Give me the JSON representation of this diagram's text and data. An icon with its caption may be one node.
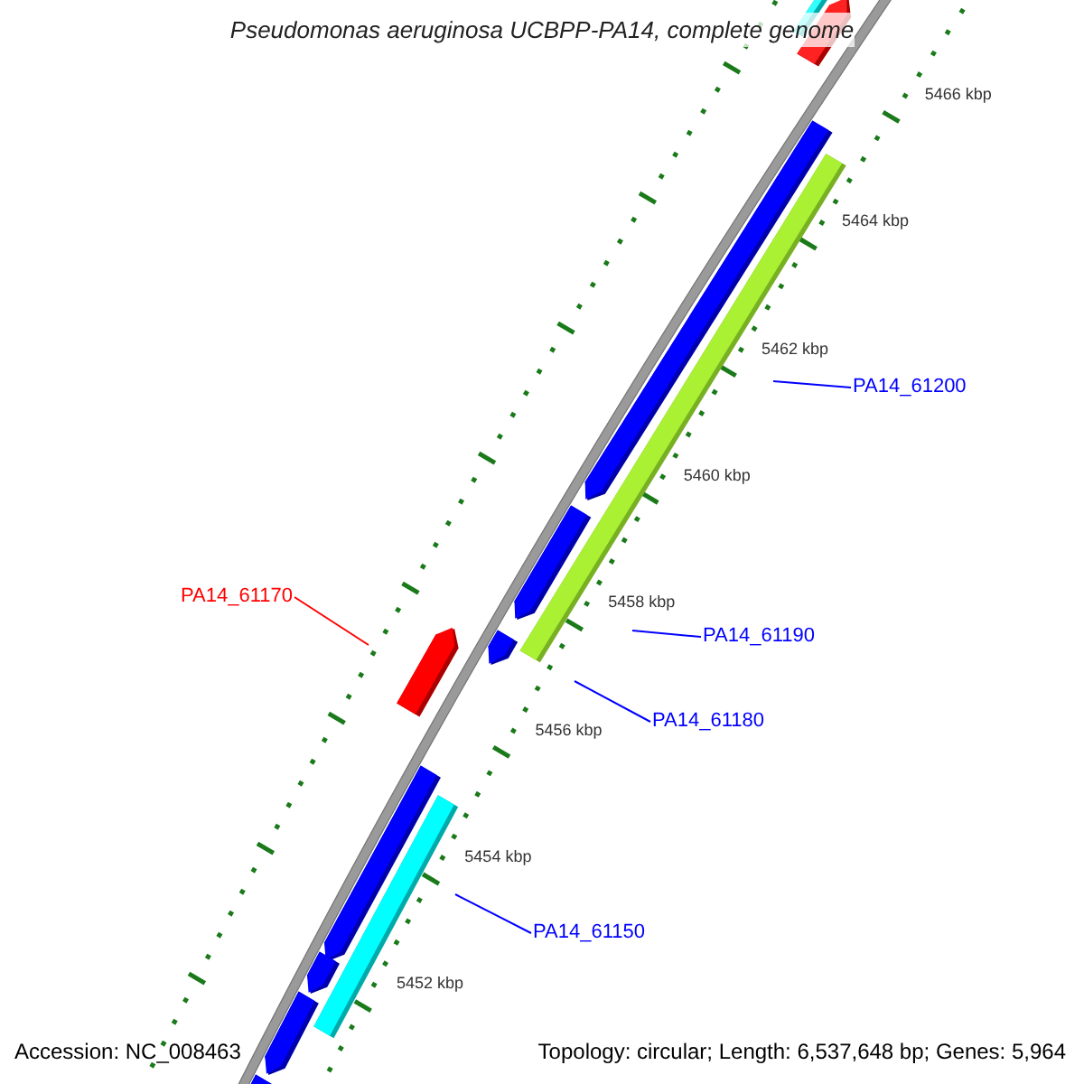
{
  "diagram": {
    "title": "Pseudomonas aeruginosa UCBPP-PA14, complete genome",
    "nodes": [
      {
        "text": [
          "PA14_61200"
        ]
      },
      {
        "text": [
          "PA14_61170"
        ]
      },
      {
        "text": [
          "PA14_61190"
        ]
      },
      {
        "text": [
          "PA14_61180"
        ]
      },
      {
        "text": [
          "PA14_61150"
        ]
      }
    ],
    "edges": [
      {
        "from": 0,
        "to": null,
        "arrow": "none"
      },
      {
        "from": 1,
        "to": null,
        "arrow": "none",
        "color": "#ff0000"
      },
      {
        "from": 2,
        "to": null,
        "arrow": "none"
      },
      {
        "from": 3,
        "to": null,
        "arrow": "none"
      },
      {
        "from": 4,
        "to": null,
        "arrow": "none"
      }
    ],
    "labels": [
      "5466 kbp",
      "5464 kbp",
      "5462 kbp",
      "5460 kbp",
      "5458 kbp",
      "5456 kbp",
      "5454 kbp",
      "5452 kbp",
      "Accession: NC_008463",
      "Topology: circular; Length: 6,537,648 bp; Genes: 5,964"
    ]
  }
}
